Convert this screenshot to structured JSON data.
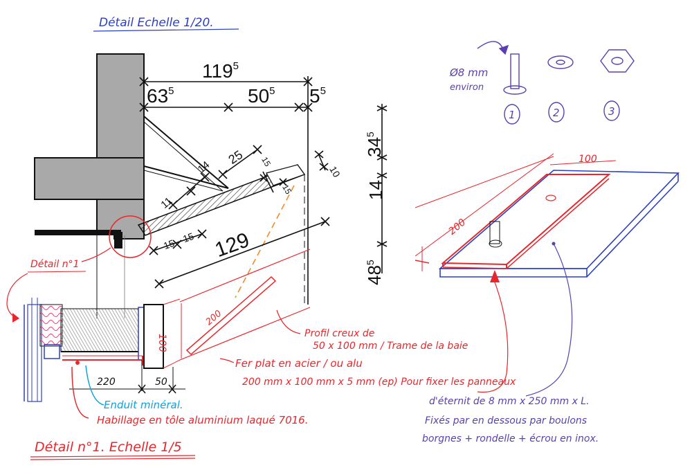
{
  "title": "Détail Echelle 1/20.",
  "detail1_title": "Détail n°1. Echelle 1/5",
  "detail1_callout": "Détail n°1",
  "colors": {
    "ink": "#111111",
    "red": "#e8262b",
    "blue": "#2b3fc0",
    "cyan": "#0aa3e0",
    "orange": "#f08a2a",
    "wall": "#a9a9a9",
    "violet": "#5a3fb0"
  },
  "dims": {
    "top_total": "119",
    "top_total_sup": "5",
    "seg1": "63",
    "seg1_sup": "5",
    "seg2": "50",
    "seg2_sup": "5",
    "seg3": "5",
    "seg3_sup": "5",
    "v1": "34",
    "v1_sup": "5",
    "v2": "14",
    "v3": "48",
    "v3_sup": "5",
    "d25": "25",
    "d14": "14",
    "d11": "11",
    "d15a": "15",
    "d15b": "15",
    "d15c": "15",
    "d15d": "15",
    "d10": "10",
    "d129": "129",
    "d100_profile": "100",
    "d200_plate": "200",
    "d220": "220",
    "d50": "50",
    "iso_100": "100",
    "iso_200": "200"
  },
  "notes": {
    "profile_1": "Profil creux de",
    "profile_2": "50 x 100 mm / Trame de la baie",
    "flat_1": "Fer plat en acier / ou alu",
    "flat_2": "200 mm x 100 mm x 5 mm (ep) Pour fixer les panneaux",
    "eternit_1": "d'éternit de 8 mm x 250 mm x L.",
    "eternit_2": "Fixés par en dessous par boulons",
    "eternit_3": "borgnes + rondelle + écrou en inox.",
    "enduit": "Enduit minéral.",
    "habillage": "Habillage en tôle aluminium laqué 7016.",
    "bolt_diam": "Ø8 mm",
    "bolt_env": "environ",
    "hw1": "1",
    "hw2": "2",
    "hw3": "3"
  }
}
